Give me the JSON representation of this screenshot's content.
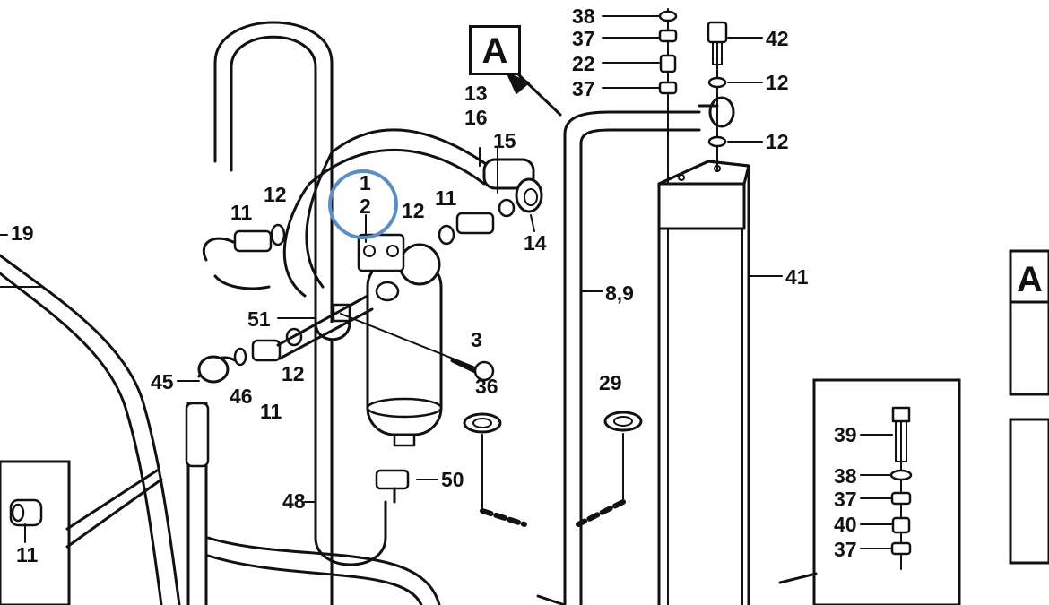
{
  "view": "A",
  "highlight": {
    "label_top": "1",
    "label_bottom": "2",
    "color": "#5b8ec4"
  },
  "labels": [
    {
      "id": "l38a",
      "text": "38"
    },
    {
      "id": "l37a",
      "text": "37"
    },
    {
      "id": "l22",
      "text": "22"
    },
    {
      "id": "l37b",
      "text": "37"
    },
    {
      "id": "l42",
      "text": "42"
    },
    {
      "id": "l12a",
      "text": "12"
    },
    {
      "id": "l12b",
      "text": "12"
    },
    {
      "id": "l13",
      "text": "13"
    },
    {
      "id": "l16",
      "text": "16"
    },
    {
      "id": "l15",
      "text": "15"
    },
    {
      "id": "l14",
      "text": "14"
    },
    {
      "id": "l19",
      "text": "19"
    },
    {
      "id": "l11a",
      "text": "11"
    },
    {
      "id": "l12c",
      "text": "12"
    },
    {
      "id": "l12d",
      "text": "12"
    },
    {
      "id": "l11b",
      "text": "11"
    },
    {
      "id": "l89",
      "text": "8,9"
    },
    {
      "id": "l41",
      "text": "41"
    },
    {
      "id": "l51",
      "text": "51"
    },
    {
      "id": "l3",
      "text": "3"
    },
    {
      "id": "l36",
      "text": "36"
    },
    {
      "id": "l45",
      "text": "45"
    },
    {
      "id": "l46",
      "text": "46"
    },
    {
      "id": "l11c",
      "text": "11"
    },
    {
      "id": "l12e",
      "text": "12"
    },
    {
      "id": "l29",
      "text": "29"
    },
    {
      "id": "l48",
      "text": "48"
    },
    {
      "id": "l50",
      "text": "50"
    },
    {
      "id": "l11d",
      "text": "11"
    },
    {
      "id": "l39",
      "text": "39"
    },
    {
      "id": "l38b",
      "text": "38"
    },
    {
      "id": "l37c",
      "text": "37"
    },
    {
      "id": "l40",
      "text": "40"
    },
    {
      "id": "l37d",
      "text": "37"
    },
    {
      "id": "lA2",
      "text": "A"
    }
  ]
}
